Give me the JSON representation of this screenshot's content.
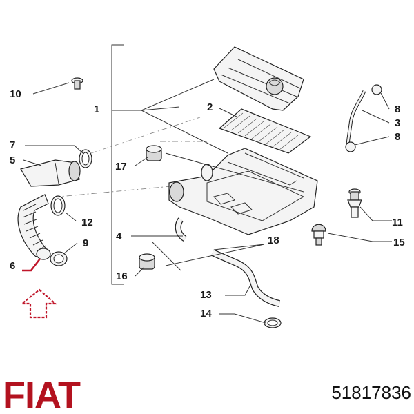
{
  "brand": {
    "logo_text": "FIAT",
    "color": "#b3121f"
  },
  "part_number": "51817836",
  "callouts": {
    "c1": "1",
    "c2": "2",
    "c3": "3",
    "c4": "4",
    "c5": "5",
    "c6": "6",
    "c7": "7",
    "c8a": "8",
    "c8b": "8",
    "c9": "9",
    "c10": "10",
    "c11": "11",
    "c12": "12",
    "c13": "13",
    "c14": "14",
    "c15": "15",
    "c16": "16",
    "c17": "17",
    "c18": "18"
  },
  "colors": {
    "highlight": "#c0162a",
    "line": "#333333"
  },
  "icons": {
    "indicator": "up-arrow-outline-icon"
  }
}
